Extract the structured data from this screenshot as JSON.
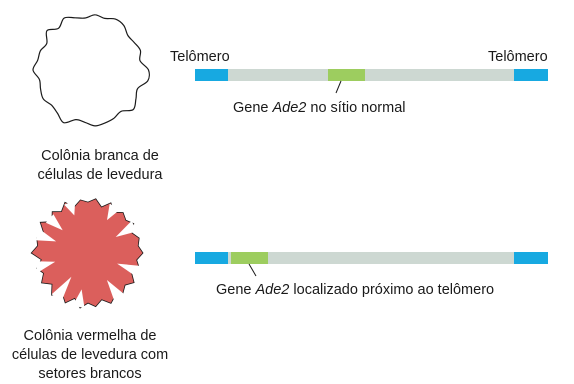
{
  "colors": {
    "telomere": "#17a9e1",
    "chromosome": "#cdd8d2",
    "gene": "#9dcd5f",
    "red_colony": "#db5f5c",
    "outline": "#1a1a1a"
  },
  "top": {
    "telomere_left": "Telômero",
    "telomere_right": "Telômero",
    "gene_label_prefix": "Gene ",
    "gene_label_name": "Ade2",
    "gene_label_suffix": " no sítio normal",
    "colony_caption_line1": "Colônia branca de",
    "colony_caption_line2": "células de levedura"
  },
  "bottom": {
    "gene_label_prefix": "Gene ",
    "gene_label_name": "Ade2",
    "gene_label_suffix": " localizado próximo ao telômero",
    "colony_caption_line1": "Colônia vermelha de",
    "colony_caption_line2": "células de levedura com",
    "colony_caption_line3": "setores brancos"
  }
}
